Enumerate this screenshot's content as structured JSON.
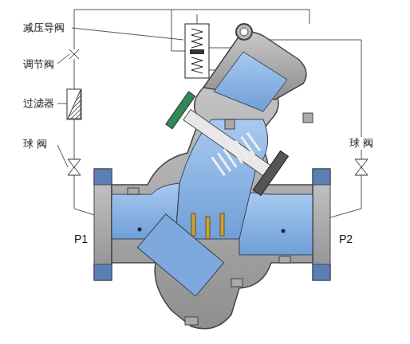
{
  "diagram": {
    "labels": [
      "减压导阀",
      "调节阀",
      "过滤器",
      "球 阀",
      "球 阀",
      "P1",
      "P2"
    ]
  }
}
